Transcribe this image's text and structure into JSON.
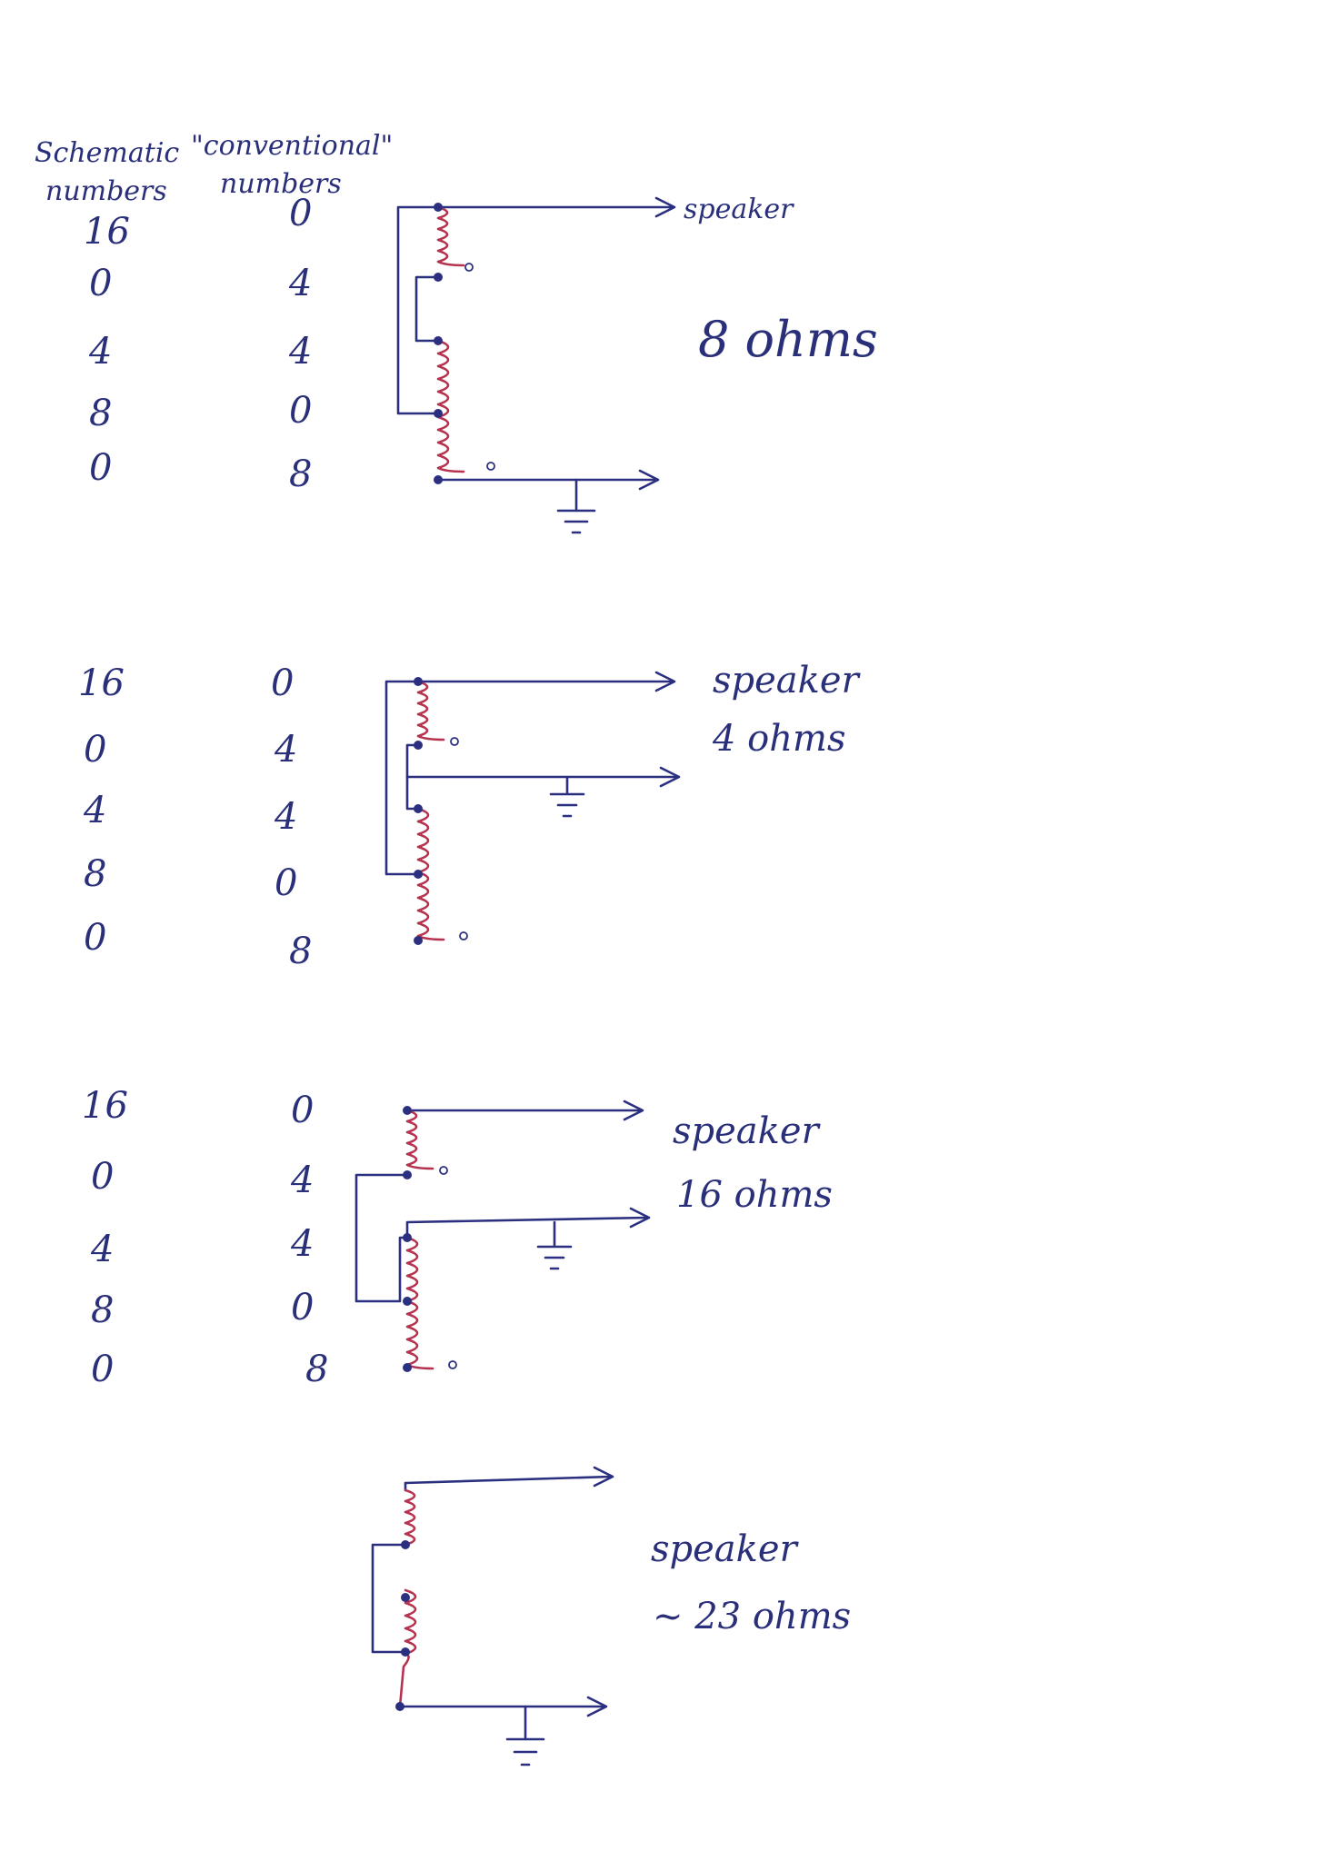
{
  "headers": {
    "schematic": [
      "Schematic",
      "numbers"
    ],
    "conventional": [
      "\"conventional\"",
      "numbers"
    ]
  },
  "colors": {
    "ink_blue": "#2b2f80",
    "ink_red": "#b6334f",
    "paper": "#ffffff"
  },
  "diagrams": [
    {
      "schematic_numbers": [
        "16",
        "0",
        "4",
        "8",
        "0"
      ],
      "conventional_numbers": [
        "0",
        "4",
        "4",
        "0",
        "8"
      ],
      "label_lines": [
        "speaker",
        "8 ohms"
      ]
    },
    {
      "schematic_numbers": [
        "16",
        "0",
        "4",
        "8",
        "0"
      ],
      "conventional_numbers": [
        "0",
        "4",
        "4",
        "0",
        "8"
      ],
      "label_lines": [
        "speaker",
        "4 ohms"
      ]
    },
    {
      "schematic_numbers": [
        "16",
        "0",
        "4",
        "8",
        "0"
      ],
      "conventional_numbers": [
        "0",
        "4",
        "4",
        "0",
        "8"
      ],
      "label_lines": [
        "speaker",
        "16 ohms"
      ]
    },
    {
      "schematic_numbers": [],
      "conventional_numbers": [],
      "label_lines": [
        "speaker",
        "~ 23 ohms"
      ]
    }
  ]
}
